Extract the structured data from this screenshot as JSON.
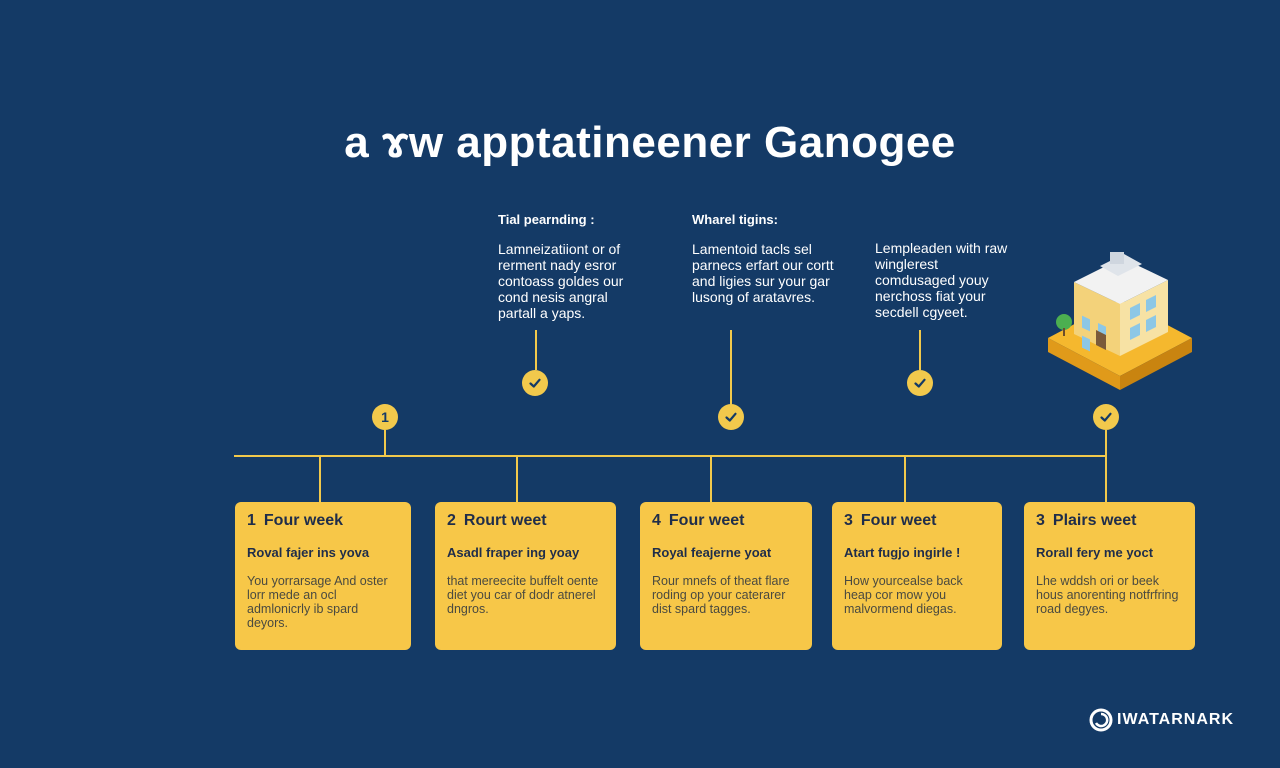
{
  "title": "a ɤw  apptatineener  Ganogee",
  "notes": [
    {
      "heading": "Tial pearnding :",
      "body": "Lamneizatiiont or of rerment nady esror contoass goldes our cond nesis angral partall a yaps."
    },
    {
      "heading": "Wharel tigins:",
      "body": "Lamentoid tacls sel parnecs erfart our cortt and ligies sur your gar lusong of aratavres."
    },
    {
      "heading": "",
      "body": "Lempleaden with raw winglerest comdusaged youy nerchoss fiat your secdell cgyeet."
    }
  ],
  "badges": [
    "1"
  ],
  "cards": [
    {
      "num": "1",
      "title": "Four week",
      "subtitle": "Roval fajer ins yova",
      "body": "You yorrarsage And oster lorr mede an ocl admlonicrly ib spard deyors."
    },
    {
      "num": "2",
      "title": "Rourt weet",
      "subtitle": "Asadl fraper ing yoay",
      "body": "that mereecite buffelt oente diet you car of dodr atnerel dngros."
    },
    {
      "num": "4",
      "title": "Four weet",
      "subtitle": "Royal feajerne yoat",
      "body": "Rour mnefs of theat flare roding op your caterarer dist spard tagges."
    },
    {
      "num": "3",
      "title": "Four weet",
      "subtitle": "Atart fugjo ingirle !",
      "body": "How yourcealse back heap cor mow you malvormend diegas."
    },
    {
      "num": "3",
      "title": "Plairs weet",
      "subtitle": "Rorall fery me yoct",
      "body": "Lhe wddsh ori or beek hous anorenting notfrfring road degyes."
    }
  ],
  "watermark": "IWATARNARK",
  "colors": {
    "background": "#143a66",
    "accent": "#f2c94c",
    "card": "#f7c748",
    "text": "#ffffff"
  },
  "icons": [
    "check-icon",
    "building-icon",
    "watermark-logo-icon"
  ]
}
